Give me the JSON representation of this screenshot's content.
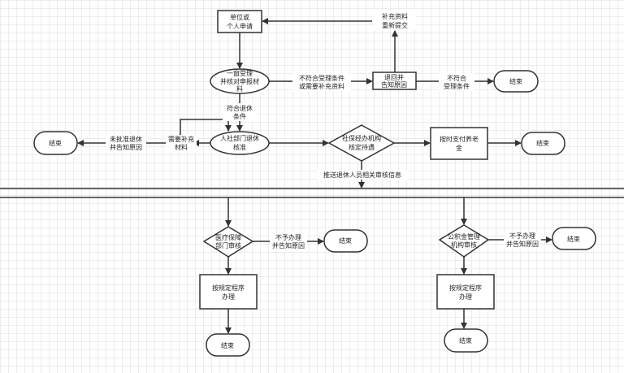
{
  "nodes": {
    "apply": [
      "单位或",
      "个人申请"
    ],
    "window": [
      "一窗受理",
      "并核对申报材",
      "料"
    ],
    "return": [
      "退回并",
      "告知原因"
    ],
    "end1": "结束",
    "approve": [
      "人社部门退休",
      "核准"
    ],
    "end2": "结束",
    "social": [
      "社保经办机构",
      "核定待遇"
    ],
    "pay": [
      "按时支付养老",
      "金"
    ],
    "end3": "结束",
    "medical": [
      "医疗保障",
      "部门审核"
    ],
    "end4": "结束",
    "medical_proc": [
      "按规定程序",
      "办理"
    ],
    "end5": "结束",
    "fund": [
      "公积金管理",
      "机构审核"
    ],
    "end6": "结束",
    "fund_proc": [
      "按规定程序",
      "办理"
    ],
    "end7": "结束"
  },
  "edges": {
    "resubmit": [
      "补充资料",
      "重新提交"
    ],
    "not_meet": [
      "不符合受理条件",
      "或需要补充资料"
    ],
    "not_meet2": [
      "不符合",
      "受理条件"
    ],
    "meet_retire": [
      "符合退休",
      "条件"
    ],
    "need_more": [
      "需要补充",
      "材料"
    ],
    "not_approved": [
      "未批准退休",
      "并告知原因"
    ],
    "push_info": "推送退休人员相关审核信息",
    "medical_reject": [
      "不予办理",
      "并告知原因"
    ],
    "fund_reject": [
      "不予办理",
      "并告知原因"
    ]
  }
}
